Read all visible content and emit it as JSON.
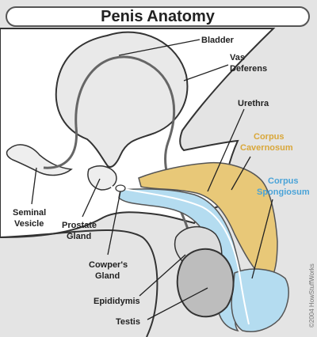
{
  "title": "Penis Anatomy",
  "labels": {
    "bladder": "Bladder",
    "vas_deferens_1": "Vas",
    "vas_deferens_2": "Deferens",
    "urethra": "Urethra",
    "corpus_cavernosum_1": "Corpus",
    "corpus_cavernosum_2": "Cavernosum",
    "corpus_spongiosum_1": "Corpus",
    "corpus_spongiosum_2": "Spongiosum",
    "seminal_vesicle_1": "Seminal",
    "seminal_vesicle_2": "Vesicle",
    "prostate_gland_1": "Prostate",
    "prostate_gland_2": "Gland",
    "cowpers_gland_1": "Cowper's",
    "cowpers_gland_2": "Gland",
    "epididymis": "Epididymis",
    "testis": "Testis"
  },
  "copyright": "©2004 HowStuffWorks",
  "colors": {
    "cavernosum": "#e8c878",
    "spongiosum": "#b4dcf0",
    "label_gold": "#d9a73a",
    "label_blue": "#4aa3d8"
  }
}
